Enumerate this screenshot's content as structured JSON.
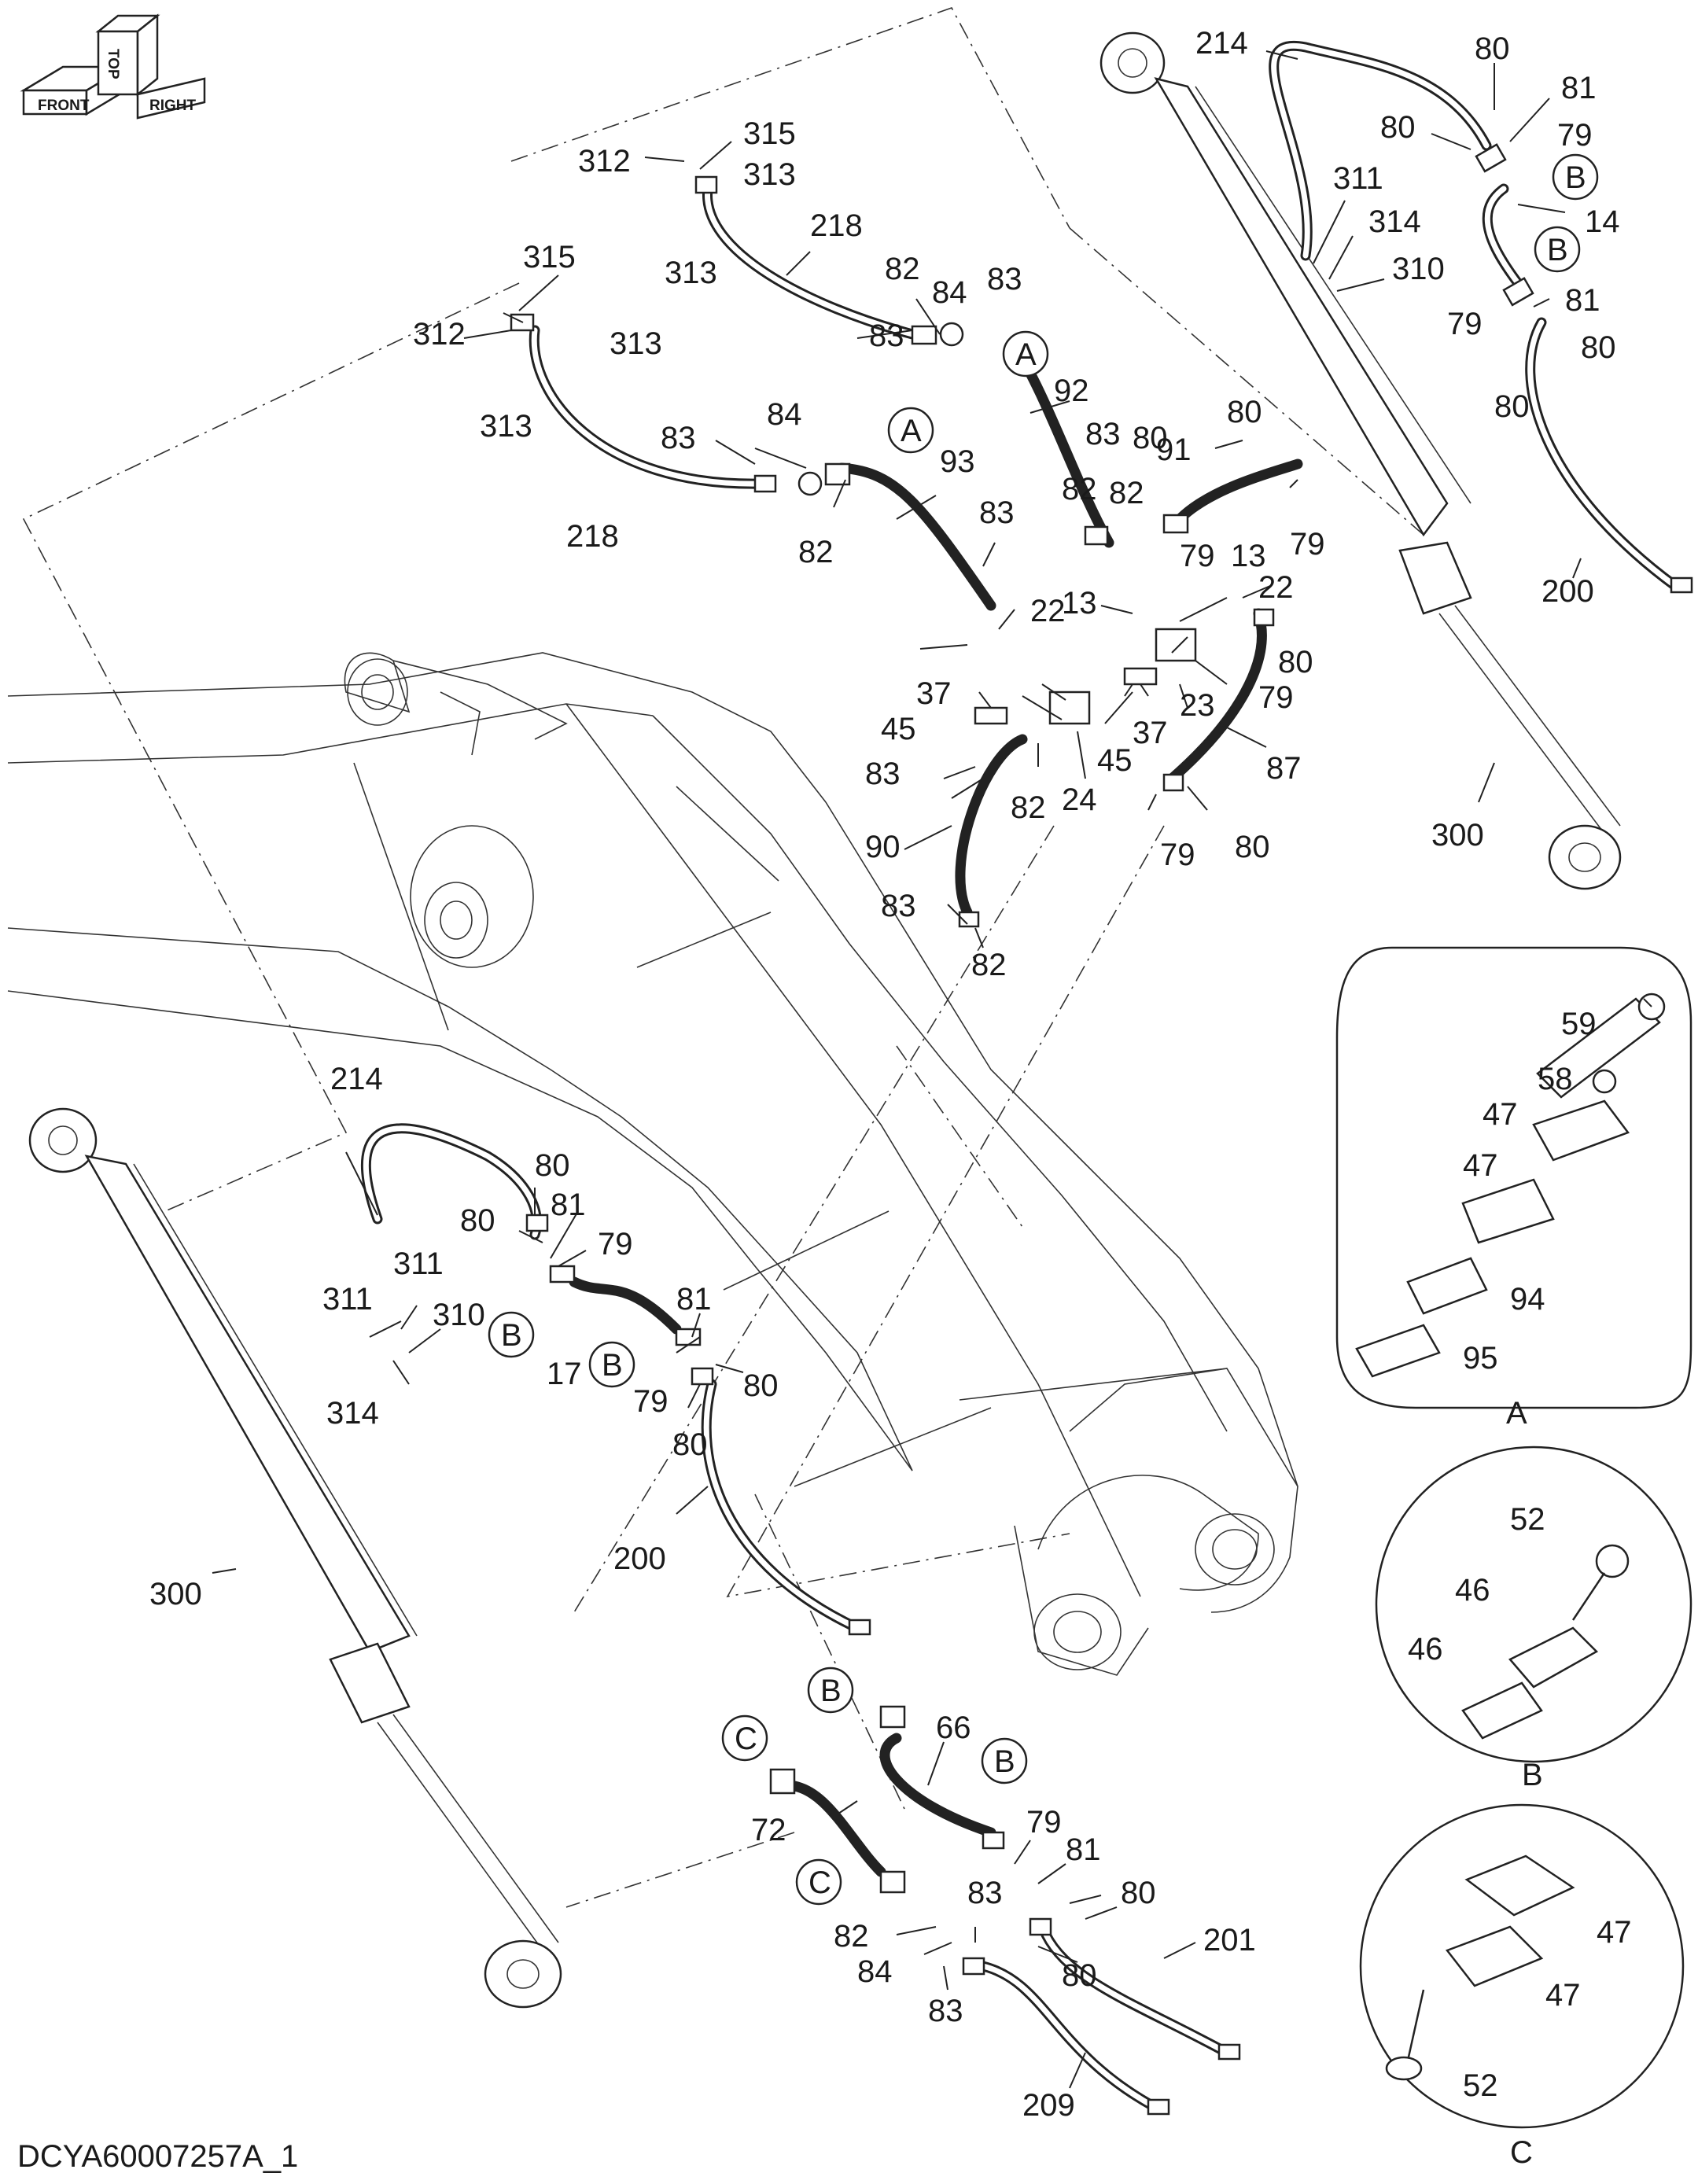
{
  "drawing_id": "DCYA60007257A_1",
  "orientation": {
    "front": "FRONT",
    "top": "TOP",
    "right": "RIGHT"
  },
  "callouts": {
    "A": "A",
    "B": "B",
    "C": "C"
  },
  "detail_views": {
    "A": {
      "caption": "A",
      "parts": [
        "59",
        "58",
        "47",
        "47",
        "94",
        "95"
      ]
    },
    "B": {
      "caption": "B",
      "parts": [
        "52",
        "46",
        "46"
      ]
    },
    "C": {
      "caption": "C",
      "parts": [
        "47",
        "47",
        "52"
      ]
    }
  },
  "part_numbers": [
    "214",
    "80",
    "81",
    "79",
    "80",
    "311",
    "314",
    "310",
    "14",
    "79",
    "81",
    "80",
    "80",
    "200",
    "300",
    "312",
    "315",
    "313",
    "313",
    "218",
    "82",
    "84",
    "83",
    "83",
    "92",
    "83",
    "312",
    "315",
    "313",
    "313",
    "84",
    "83",
    "218",
    "82",
    "93",
    "83",
    "82",
    "80",
    "91",
    "80",
    "79",
    "79",
    "13",
    "22",
    "80",
    "82",
    "22",
    "13",
    "37",
    "45",
    "23",
    "37",
    "45",
    "24",
    "79",
    "87",
    "83",
    "82",
    "90",
    "79",
    "80",
    "83",
    "82",
    "214",
    "80",
    "80",
    "81",
    "79",
    "311",
    "311",
    "310",
    "17",
    "81",
    "79",
    "314",
    "80",
    "80",
    "200",
    "300",
    "66",
    "72",
    "79",
    "81",
    "83",
    "80",
    "82",
    "84",
    "80",
    "201",
    "83",
    "209"
  ]
}
